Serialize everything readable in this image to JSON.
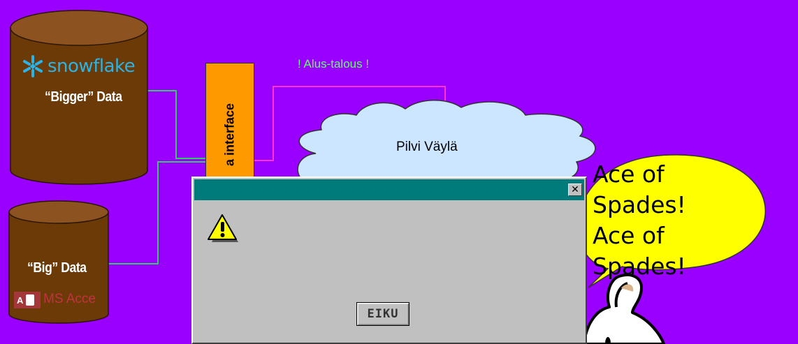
{
  "snowflake_db": {
    "logo_text": "snowflake",
    "label": "“Bigger” Data",
    "icon": "snowflake-icon"
  },
  "access_db": {
    "label": "“Big” Data",
    "logo_text": "MS Acce",
    "icon_letter": "A",
    "icon": "ms-access-icon"
  },
  "interface_box": {
    "label": "a interface"
  },
  "alus_label": "! Alus-talous !",
  "cloud": {
    "label": "Pilvi Väylä"
  },
  "speech_bubble": {
    "text": "Ace of Spades! Ace of Spades!"
  },
  "dialog": {
    "close_glyph": "✕",
    "icon": "warning-icon",
    "ok_label": "EIKU"
  },
  "colors": {
    "background": "#9900ff",
    "database": "#6b3a07",
    "interface": "#ff9900",
    "connector_green": "#33cc66",
    "connector_pink": "#ff33cc",
    "cloud": "#cce6ff",
    "bubble": "#ffff00",
    "dialog": "#c0c0c0",
    "titlebar": "#007b7b"
  }
}
